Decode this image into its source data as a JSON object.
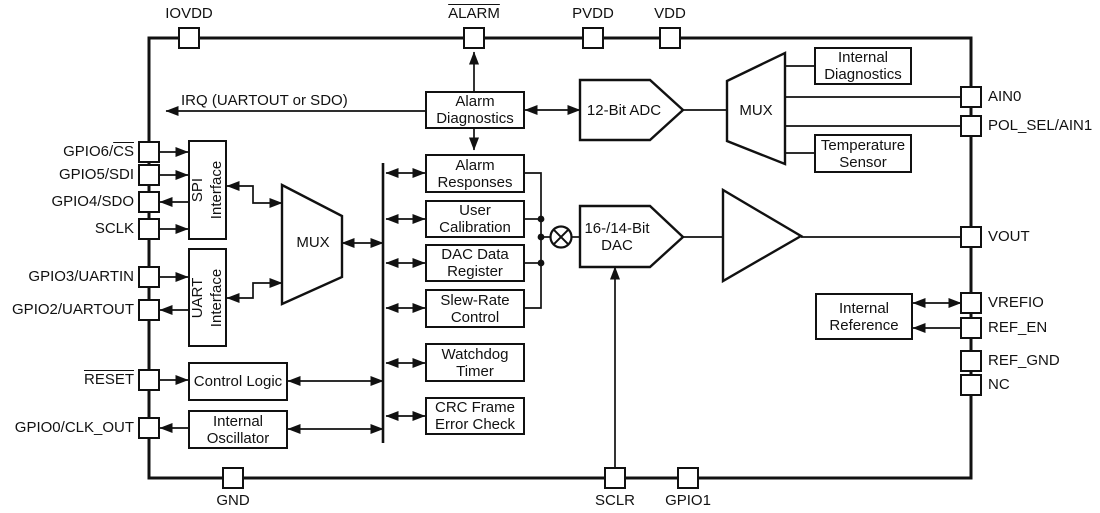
{
  "diagram": {
    "pins": {
      "top": [
        {
          "pre": "IOVDD"
        },
        {
          "over": "ALARM"
        },
        {
          "pre": "PVDD"
        },
        {
          "pre": "VDD"
        }
      ],
      "left": [
        {
          "pre": "GPIO6/",
          "over": "CS"
        },
        {
          "pre": "GPIO5/SDI"
        },
        {
          "pre": "GPIO4/SDO"
        },
        {
          "pre": "SCLK"
        },
        {
          "pre": "GPIO3/UARTIN"
        },
        {
          "pre": "GPIO2/UARTOUT"
        },
        {
          "over": "RESET"
        },
        {
          "pre": "GPIO0/CLK_OUT"
        }
      ],
      "right": [
        {
          "pre": "AIN0"
        },
        {
          "pre": "POL_SEL/AIN1"
        },
        {
          "pre": "VOUT"
        },
        {
          "pre": "VREFIO"
        },
        {
          "pre": "REF_EN"
        },
        {
          "pre": "REF_GND"
        },
        {
          "pre": "NC"
        }
      ],
      "bottom": [
        {
          "pre": "GND"
        },
        {
          "pre": "SCLR"
        },
        {
          "pre": "GPIO1"
        }
      ]
    },
    "blocks": {
      "spi": "SPI\nInterface",
      "uart": "UART\nInterface",
      "mux_left": "MUX",
      "mux_right": "MUX",
      "alarm_diagnostics": "Alarm\nDiagnostics",
      "alarm_responses": "Alarm\nResponses",
      "user_calibration": "User\nCalibration",
      "dac_data_register": "DAC Data\nRegister",
      "slew_rate_control": "Slew-Rate\nControl",
      "watchdog_timer": "Watchdog\nTimer",
      "crc_frame_error_check": "CRC Frame\nError Check",
      "control_logic": "Control Logic",
      "internal_oscillator": "Internal\nOscillator",
      "adc": "12-Bit ADC",
      "dac": "16-/14-Bit\nDAC",
      "internal_diagnostics": "Internal\nDiagnostics",
      "temperature_sensor": "Temperature\nSensor",
      "internal_reference": "Internal\nReference"
    },
    "labels": {
      "irq": "IRQ (UARTOUT or SDO)"
    },
    "colors": {
      "ink": "#111111",
      "background": "#ffffff"
    }
  }
}
